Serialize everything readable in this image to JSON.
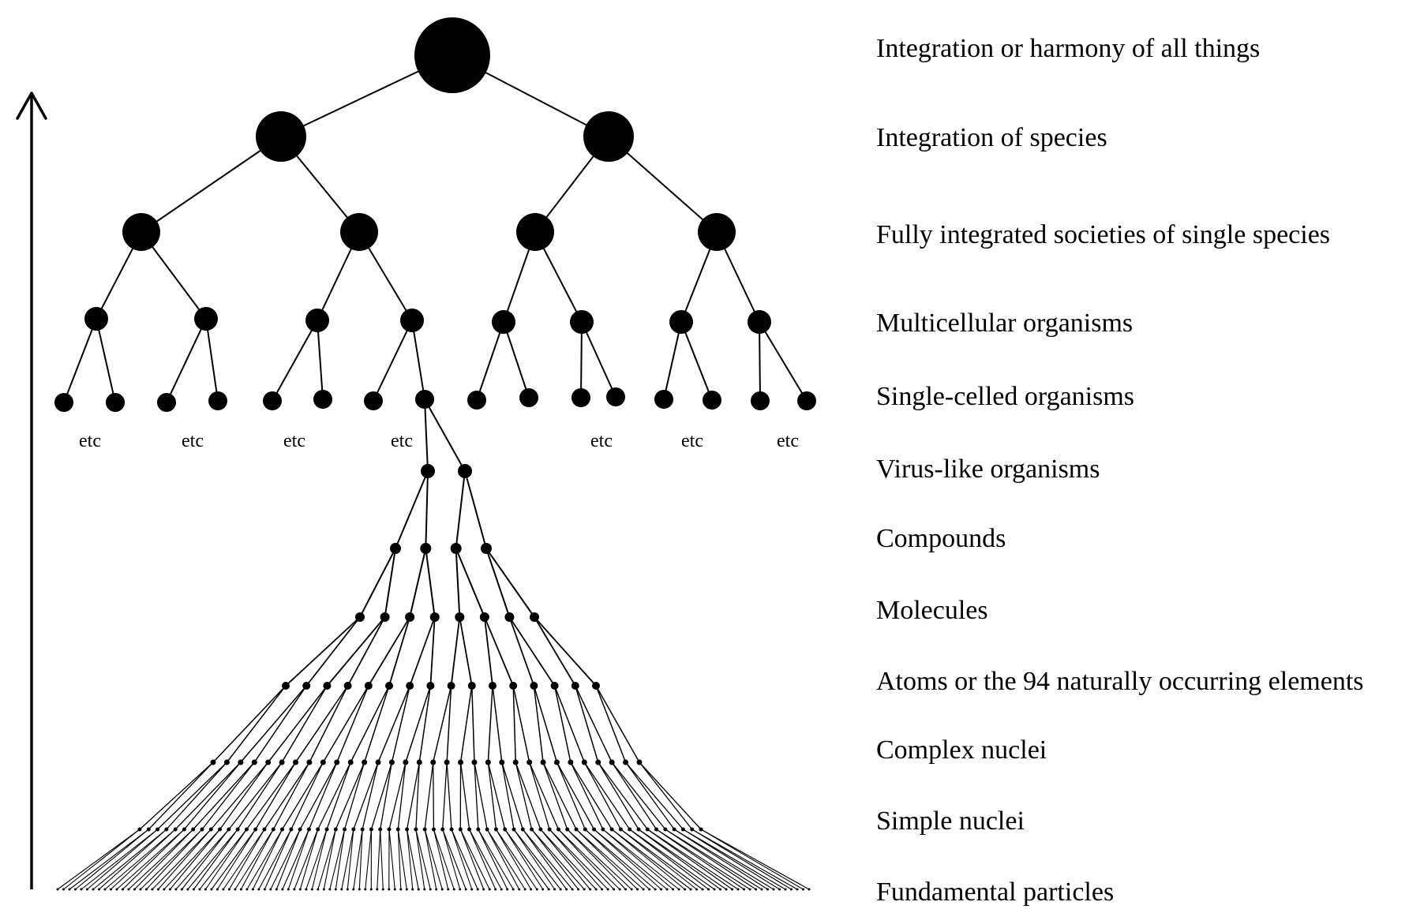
{
  "levels": [
    "Integration or harmony of all things",
    "Integration of species",
    "Fully integrated societies of single species",
    "Multicellular organisms",
    "Single-celled organisms",
    "Virus-like organisms",
    "Compounds",
    "Molecules",
    "Atoms or the 94 naturally occurring elements",
    "Complex nuclei",
    "Simple nuclei",
    "Fundamental particles"
  ],
  "etc_label": "etc",
  "node_color": "#000000"
}
